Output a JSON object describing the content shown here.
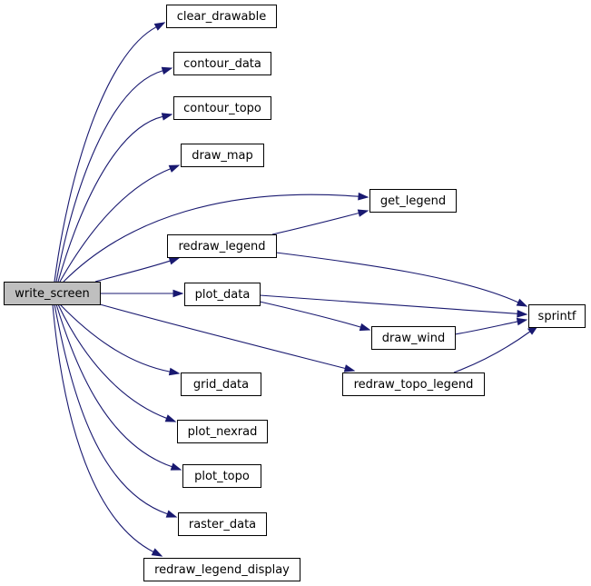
{
  "graph": {
    "edge_color": "#191970",
    "root_fill": "#bfbfbf",
    "node_fill": "#ffffff",
    "nodes": [
      {
        "id": "write_screen",
        "label": "write_screen",
        "root": true
      },
      {
        "id": "clear_drawable",
        "label": "clear_drawable"
      },
      {
        "id": "contour_data",
        "label": "contour_data"
      },
      {
        "id": "contour_topo",
        "label": "contour_topo"
      },
      {
        "id": "draw_map",
        "label": "draw_map"
      },
      {
        "id": "get_legend",
        "label": "get_legend"
      },
      {
        "id": "redraw_legend",
        "label": "redraw_legend"
      },
      {
        "id": "plot_data",
        "label": "plot_data"
      },
      {
        "id": "sprintf",
        "label": "sprintf"
      },
      {
        "id": "draw_wind",
        "label": "draw_wind"
      },
      {
        "id": "redraw_topo_legend",
        "label": "redraw_topo_legend"
      },
      {
        "id": "grid_data",
        "label": "grid_data"
      },
      {
        "id": "plot_nexrad",
        "label": "plot_nexrad"
      },
      {
        "id": "plot_topo",
        "label": "plot_topo"
      },
      {
        "id": "raster_data",
        "label": "raster_data"
      },
      {
        "id": "redraw_legend_display",
        "label": "redraw_legend_display"
      }
    ],
    "edges": [
      {
        "from": "write_screen",
        "to": "clear_drawable"
      },
      {
        "from": "write_screen",
        "to": "contour_data"
      },
      {
        "from": "write_screen",
        "to": "contour_topo"
      },
      {
        "from": "write_screen",
        "to": "draw_map"
      },
      {
        "from": "write_screen",
        "to": "get_legend"
      },
      {
        "from": "write_screen",
        "to": "redraw_legend"
      },
      {
        "from": "write_screen",
        "to": "plot_data"
      },
      {
        "from": "write_screen",
        "to": "redraw_topo_legend"
      },
      {
        "from": "write_screen",
        "to": "grid_data"
      },
      {
        "from": "write_screen",
        "to": "plot_nexrad"
      },
      {
        "from": "write_screen",
        "to": "plot_topo"
      },
      {
        "from": "write_screen",
        "to": "raster_data"
      },
      {
        "from": "write_screen",
        "to": "redraw_legend_display"
      },
      {
        "from": "redraw_legend",
        "to": "get_legend"
      },
      {
        "from": "redraw_legend",
        "to": "sprintf"
      },
      {
        "from": "plot_data",
        "to": "sprintf"
      },
      {
        "from": "plot_data",
        "to": "draw_wind"
      },
      {
        "from": "draw_wind",
        "to": "sprintf"
      },
      {
        "from": "redraw_topo_legend",
        "to": "sprintf"
      }
    ]
  }
}
